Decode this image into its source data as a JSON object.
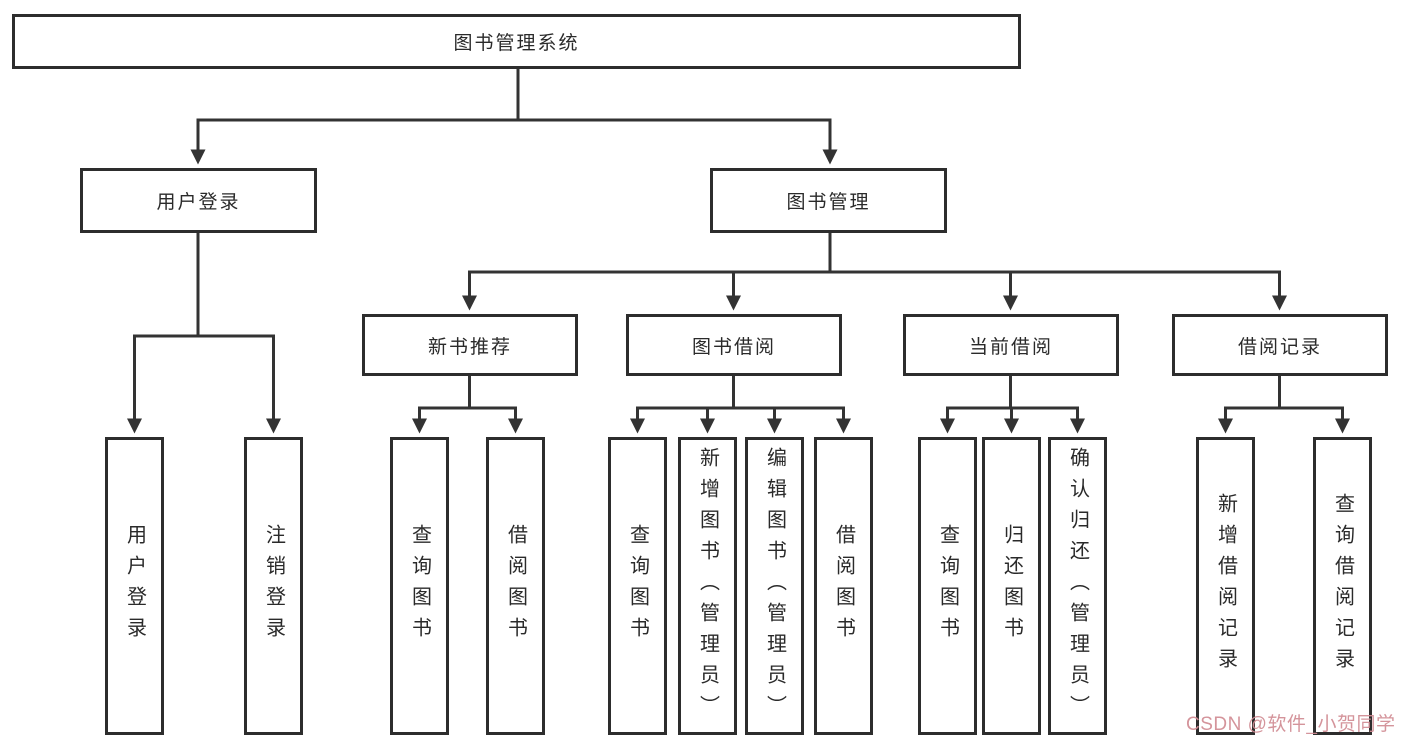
{
  "colors": {
    "background": "#ffffff",
    "line": "#333333",
    "box_border": "#2d2d2d",
    "text": "#2a2a2a",
    "watermark": "#d18b93"
  },
  "root": {
    "label": "图书管理系统"
  },
  "level2": [
    {
      "label": "用户登录"
    },
    {
      "label": "图书管理"
    }
  ],
  "level3": [
    {
      "label": "新书推荐"
    },
    {
      "label": "图书借阅"
    },
    {
      "label": "当前借阅"
    },
    {
      "label": "借阅记录"
    }
  ],
  "leaves": {
    "user_login": [
      {
        "label": "用户登录"
      },
      {
        "label": "注销登录"
      }
    ],
    "new_books": [
      {
        "label": "查询图书"
      },
      {
        "label": "借阅图书"
      }
    ],
    "book_borrow": [
      {
        "label": "查询图书"
      },
      {
        "label": "新增图书（管理员）"
      },
      {
        "label": "编辑图书（管理员）"
      },
      {
        "label": "借阅图书"
      }
    ],
    "current_borrow": [
      {
        "label": "查询图书"
      },
      {
        "label": "归还图书"
      },
      {
        "label": "确认归还（管理员）"
      }
    ],
    "borrow_records": [
      {
        "label": "新增借阅记录"
      },
      {
        "label": "查询借阅记录"
      }
    ]
  },
  "watermark": {
    "text": "CSDN @软件_小贺同学"
  }
}
